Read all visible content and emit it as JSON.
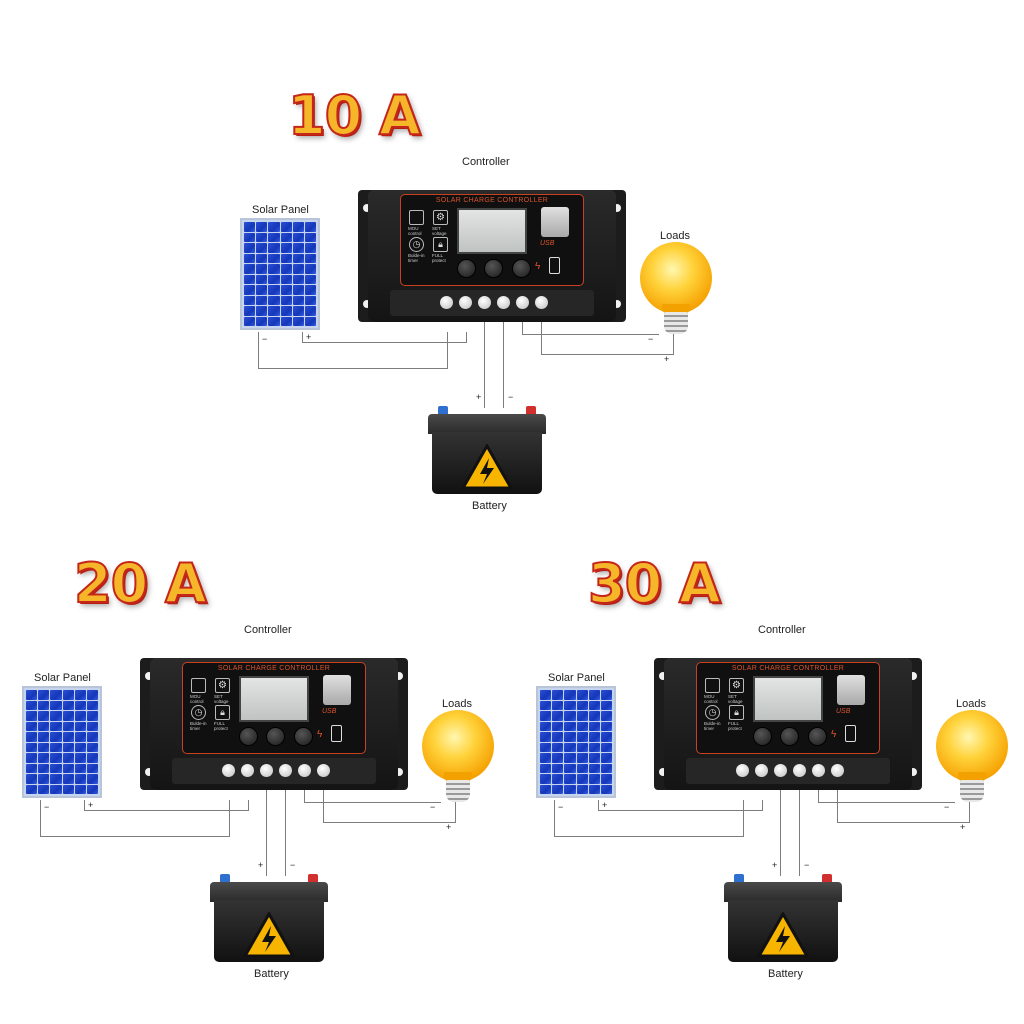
{
  "diagrams": [
    {
      "rating": "10 A",
      "controller_label": "Controller",
      "solar_panel_label": "Solar Panel",
      "loads_label": "Loads",
      "battery_label": "Battery",
      "faceplate_title": "SOLAR CHARGE CONTROLLER",
      "usb_label": "USB",
      "btn_mode_label": "MOU control",
      "btn_set_label": "SET voltage",
      "btn_timer_label": "Bulde-in timer",
      "btn_protect_label": "FULL protect"
    },
    {
      "rating": "20 A",
      "controller_label": "Controller",
      "solar_panel_label": "Solar Panel",
      "loads_label": "Loads",
      "battery_label": "Battery",
      "faceplate_title": "SOLAR CHARGE CONTROLLER",
      "usb_label": "USB",
      "btn_mode_label": "MOU control",
      "btn_set_label": "SET voltage",
      "btn_timer_label": "Bulde-in timer",
      "btn_protect_label": "FULL protect"
    },
    {
      "rating": "30 A",
      "controller_label": "Controller",
      "solar_panel_label": "Solar Panel",
      "loads_label": "Loads",
      "battery_label": "Battery",
      "faceplate_title": "SOLAR CHARGE CONTROLLER",
      "usb_label": "USB",
      "btn_mode_label": "MOU control",
      "btn_set_label": "SET voltage",
      "btn_timer_label": "Bulde-in timer",
      "btn_protect_label": "FULL protect"
    }
  ],
  "polarity": {
    "plus": "+",
    "minus": "−"
  },
  "colors": {
    "rating_fill": "#f6b62a",
    "rating_outline": "#c5261a",
    "wire": "#7d7d7d",
    "panel_cell": "#1537b8",
    "controller_accent": "#c8421f",
    "battery_positive": "#2f6fcf",
    "battery_negative": "#d22f2f",
    "bulb_glow": "#ffd23a"
  },
  "icons": [
    "solar-panel-icon",
    "charge-controller-icon",
    "battery-icon",
    "light-bulb-icon",
    "high-voltage-warning-icon",
    "usb-icon",
    "phone-icon",
    "lock-icon",
    "gear-icon",
    "clock-icon"
  ]
}
